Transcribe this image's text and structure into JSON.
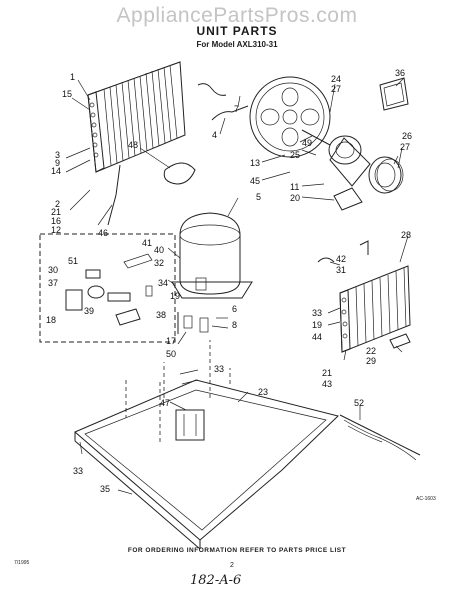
{
  "watermark": "AppliancePartsPros.com",
  "title": "UNIT PARTS",
  "model": "For Model AXL310-31",
  "footer": "FOR ORDERING INFORMATION REFER TO PARTS PRICE LIST",
  "page_number": "2",
  "doc_code": "7/1995",
  "drawing_code": "AC-1603",
  "handwritten": "182-A-6",
  "labels": {
    "n1": "1",
    "n15": "15",
    "n3": "3",
    "n9": "9",
    "n14": "14",
    "n2": "2",
    "n21a": "21",
    "n16": "16",
    "n12": "12",
    "n46": "46",
    "n48": "48",
    "n4": "4",
    "n7": "7",
    "n13": "13",
    "n45": "45",
    "n5": "5",
    "n24": "24",
    "n27a": "27",
    "n36": "36",
    "n49": "49",
    "n25": "25",
    "n11": "11",
    "n20": "20",
    "n26": "26",
    "n27b": "27",
    "n41": "41",
    "n40": "40",
    "n51": "51",
    "n32": "32",
    "n30": "30",
    "n37": "37",
    "n34": "34",
    "n18": "18",
    "n39": "39",
    "n38": "38",
    "n19a": "19",
    "n6": "6",
    "n8": "8",
    "n17": "17",
    "n50": "50",
    "n42": "42",
    "n31": "31",
    "n28": "28",
    "n33a": "33",
    "n19b": "19",
    "n44": "44",
    "n22": "22",
    "n29": "29",
    "n21b": "21",
    "n43": "43",
    "n33b": "33",
    "n23": "23",
    "n47": "47",
    "n52": "52",
    "n33c": "33",
    "n35": "35"
  }
}
